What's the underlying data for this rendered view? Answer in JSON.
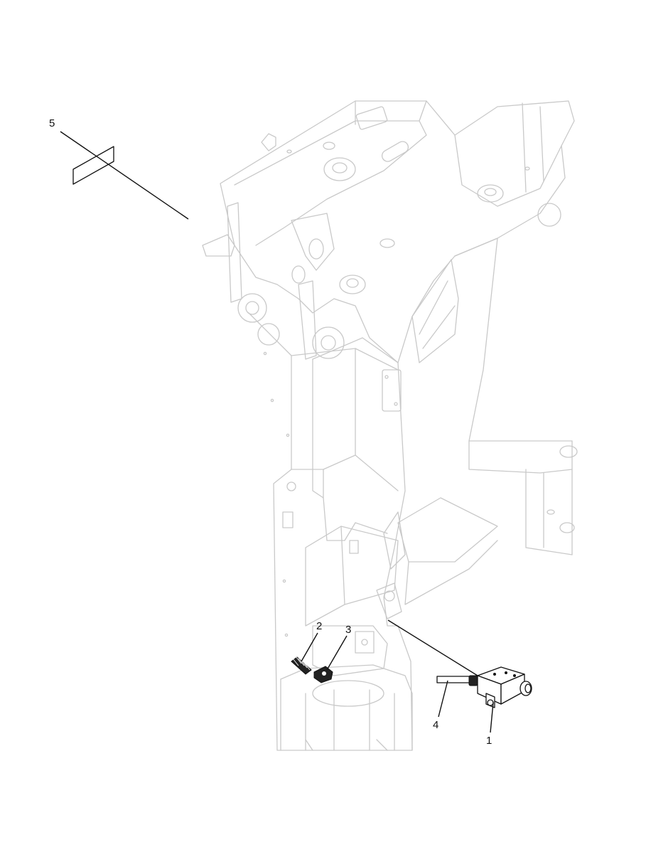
{
  "callouts": [
    {
      "id": "1",
      "label": "1"
    },
    {
      "id": "2",
      "label": "2"
    },
    {
      "id": "3",
      "label": "3"
    },
    {
      "id": "4",
      "label": "4"
    },
    {
      "id": "5",
      "label": "5"
    }
  ],
  "colors": {
    "frame_line": "#c9c9c9",
    "part_line": "#111111",
    "background": "#ffffff"
  }
}
